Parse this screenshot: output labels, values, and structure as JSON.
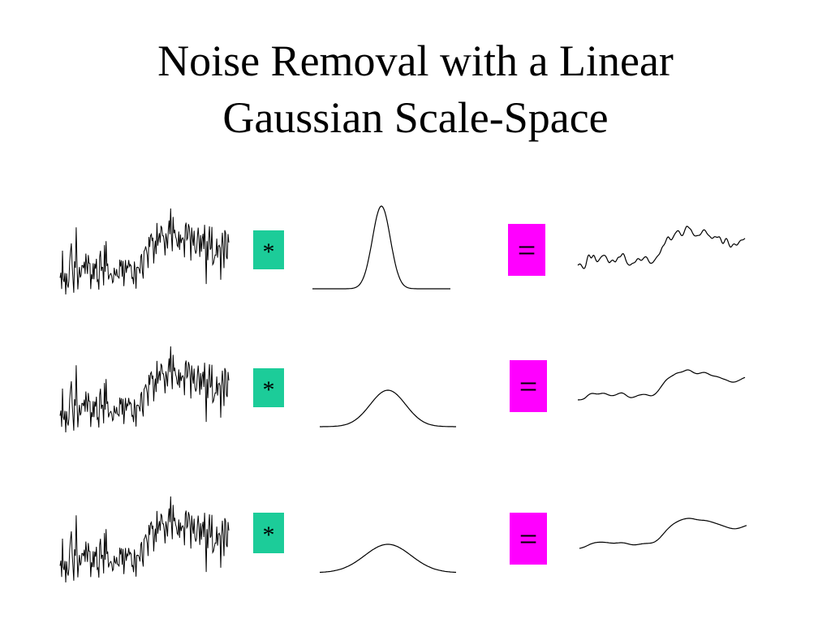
{
  "title": {
    "line1": "Noise Removal with a Linear",
    "line2": "Gaussian Scale-Space"
  },
  "colors": {
    "convolve_box": "#1ccc99",
    "equals_box": "#ff00ff",
    "stroke": "#000000"
  },
  "rows": [
    {
      "operator": "*",
      "equals": "=",
      "kernel_width": "narrow"
    },
    {
      "operator": "*",
      "equals": "=",
      "kernel_width": "medium"
    },
    {
      "operator": "*",
      "equals": "=",
      "kernel_width": "wide"
    }
  ]
}
